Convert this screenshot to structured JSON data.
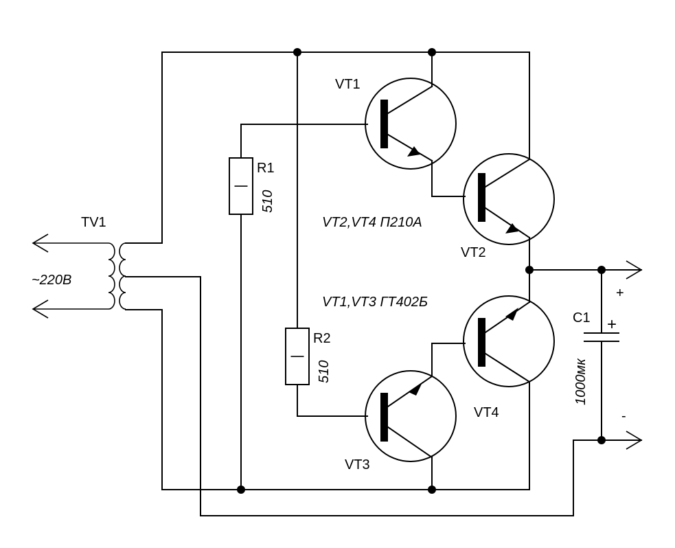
{
  "schematic": {
    "transformer": {
      "ref": "TV1",
      "input_voltage": "~220В"
    },
    "resistors": [
      {
        "ref": "R1",
        "value": "510"
      },
      {
        "ref": "R2",
        "value": "510"
      }
    ],
    "resistor_mark": "|",
    "transistors": {
      "vt1": "VT1",
      "vt2": "VT2",
      "vt3": "VT3",
      "vt4": "VT4"
    },
    "notes": {
      "power_types": "VT2,VT4 П210А",
      "driver_types": "VT1,VT3 ГТ402Б"
    },
    "capacitor": {
      "ref": "C1",
      "value": "1000мк",
      "polarity_mark": "+"
    },
    "output": {
      "plus": "+",
      "minus": "-"
    }
  }
}
